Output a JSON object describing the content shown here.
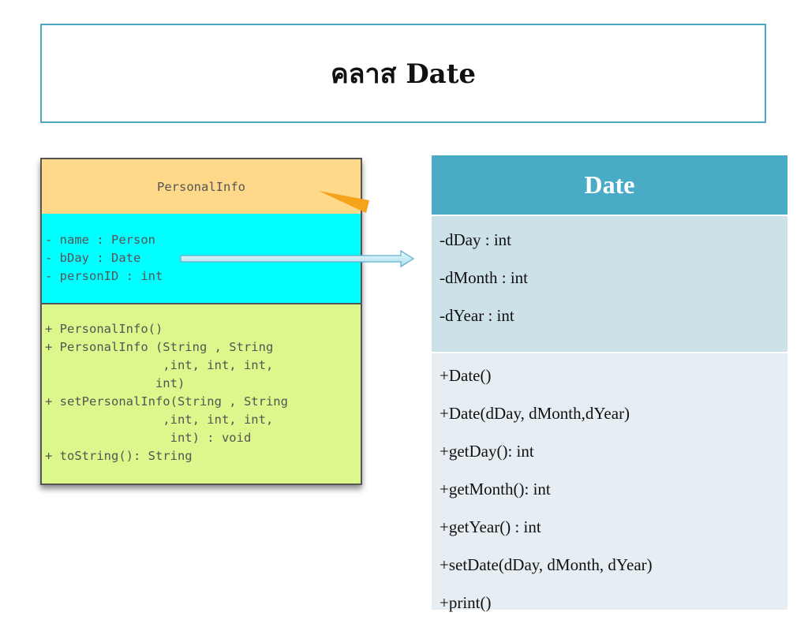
{
  "title": "คลาส Date",
  "personal_info": {
    "name": "PersonalInfo",
    "attributes": [
      "- name : Person",
      "- bDay : Date",
      "- personID : int"
    ],
    "operations": [
      "+ PersonalInfo()",
      "+ PersonalInfo (String , String",
      "                ,int, int, int,",
      "               int)",
      "+ setPersonalInfo(String , String",
      "                ,int, int, int,",
      "                 int) : void",
      "+ toString(): String"
    ],
    "colors": {
      "header": "#ffd98a",
      "attributes": "#00ffff",
      "operations": "#dcf78b",
      "wedge": "#f7a21b"
    }
  },
  "date_class": {
    "name": "Date",
    "attributes": [
      "-dDay : int",
      "-dMonth : int",
      "-dYear : int"
    ],
    "operations": [
      "+Date()",
      "+Date(dDay, dMonth,dYear)",
      "+getDay(): int",
      "+getMonth(): int",
      "+getYear() : int",
      "+setDate(dDay, dMonth, dYear)",
      "+print()"
    ],
    "colors": {
      "header": "#4aabc6",
      "attributes": "#cde1e9",
      "operations": "#e6eef3"
    }
  },
  "arrow": {
    "from": "bDay",
    "to": "Date",
    "icon": "arrow-right-icon"
  }
}
